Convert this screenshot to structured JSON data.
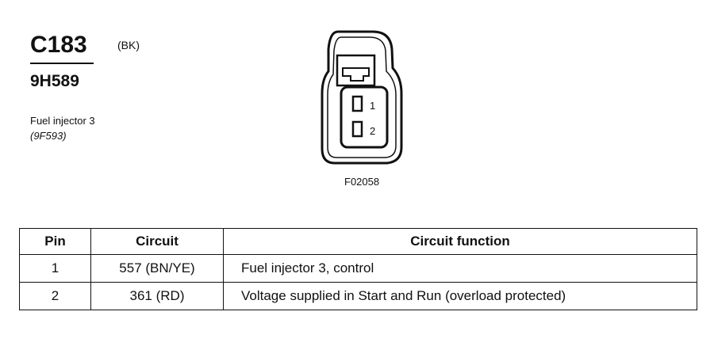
{
  "connector": {
    "id": "C183",
    "color_code": "(BK)",
    "part_number": "9H589",
    "component_name": "Fuel injector 3",
    "component_ref": "(9F593)"
  },
  "diagram": {
    "pin_labels": [
      "1",
      "2"
    ],
    "figure_code": "F02058"
  },
  "table": {
    "headers": {
      "pin": "Pin",
      "circuit": "Circuit",
      "function": "Circuit function"
    },
    "rows": [
      {
        "pin": "1",
        "circuit": "557 (BN/YE)",
        "function": "Fuel injector 3, control"
      },
      {
        "pin": "2",
        "circuit": "361 (RD)",
        "function": "Voltage supplied in Start and Run (overload protected)"
      }
    ]
  }
}
